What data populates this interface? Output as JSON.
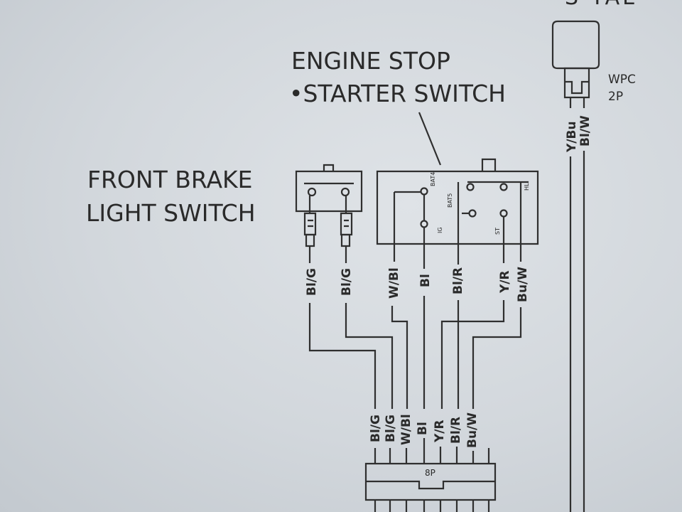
{
  "header": {
    "partial_text": "S TAL"
  },
  "components": {
    "front_brake": {
      "line1": "FRONT BRAKE",
      "line2": "LIGHT SWITCH"
    },
    "engine_stop": {
      "line1": "ENGINE STOP",
      "line2": "•STARTER SWITCH"
    },
    "wpc": {
      "line1": "WPC",
      "line2": "2P"
    },
    "connector_8p": {
      "label": "8P"
    }
  },
  "switch_terminals": {
    "bat4": "BAT4",
    "bat5": "BAT5",
    "ig": "IG",
    "st": "ST",
    "hl": "HL"
  },
  "wires": {
    "brake_1": "Bl/G",
    "brake_2": "Bl/G",
    "stop_1": "W/Bl",
    "stop_2": "Bl",
    "stop_3": "Bl/R",
    "stop_4": "Y/R",
    "stop_5": "Bu/W",
    "wpc_1": "Y/Bu",
    "wpc_2": "Bl/W"
  },
  "bundle_labels": [
    "Bl/G",
    "Bl/G",
    "W/Bl",
    "Bl",
    "Y/R",
    "Bl/R",
    "Bu/W"
  ]
}
